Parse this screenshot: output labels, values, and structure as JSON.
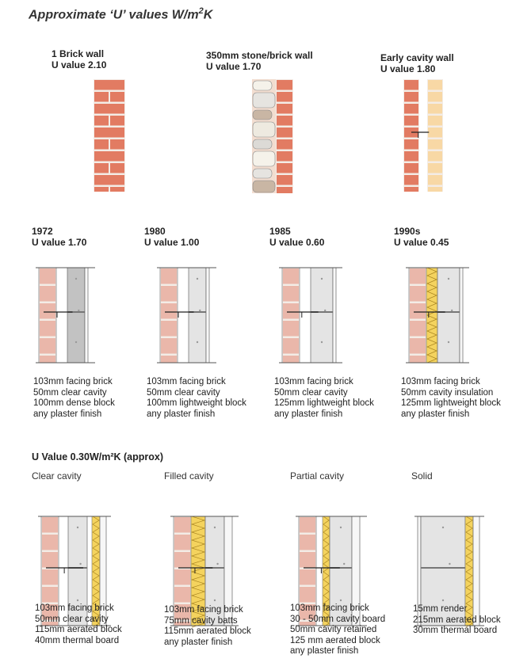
{
  "title": {
    "text": "Approximate ‘U’ values W/m",
    "sup": "2",
    "unit": "K"
  },
  "row1": [
    {
      "name": "1 Brick wall",
      "u": "U value 2.10"
    },
    {
      "name": "350mm stone/brick wall",
      "u": "U value 1.70"
    },
    {
      "name": "Early cavity wall",
      "u": "U value 1.80"
    }
  ],
  "row2": [
    {
      "year": "1972",
      "u": "U value 1.70",
      "lines": [
        "103mm facing brick",
        "50mm clear cavity",
        "100mm dense block",
        "any plaster finish"
      ]
    },
    {
      "year": "1980",
      "u": "U value 1.00",
      "lines": [
        "103mm facing brick",
        "50mm clear cavity",
        "100mm lightweight block",
        "any plaster finish"
      ]
    },
    {
      "year": "1985",
      "u": "U value 0.60",
      "lines": [
        "103mm facing brick",
        "50mm clear cavity",
        "125mm lightweight block",
        "any plaster finish"
      ]
    },
    {
      "year": "1990s",
      "u": "U value 0.45",
      "lines": [
        "103mm facing brick",
        "50mm cavity insulation",
        "125mm lightweight block",
        "any plaster finish"
      ]
    }
  ],
  "section3": {
    "heading": "U Value 0.30W/m²K (approx)",
    "items": [
      {
        "name": "Clear cavity",
        "lines": [
          "103mm facing brick",
          "50mm clear cavity",
          "115mm aerated block",
          "40mm thermal board"
        ]
      },
      {
        "name": "Filled cavity",
        "lines": [
          "103mm facing brick",
          "75mm cavity batts",
          "115mm aerated block",
          "any plaster finish"
        ]
      },
      {
        "name": "Partial cavity",
        "lines": [
          "103mm facing brick",
          "30 - 50mm cavity board",
          "50mm cavity retained",
          "125 mm aerated block",
          "any plaster finish"
        ]
      },
      {
        "name": "Solid",
        "lines": [
          "15mm render",
          "215mm aerated block",
          "30mm thermal board"
        ]
      }
    ]
  },
  "colors": {
    "brick": "#e27b62",
    "pinkBrick": "#eab7aa",
    "cream": "#f8d8a5",
    "block": "#e4e4e4",
    "dense": "#c2c2c2",
    "insulation": "#f4d35e",
    "stone": "#eeeae0"
  }
}
